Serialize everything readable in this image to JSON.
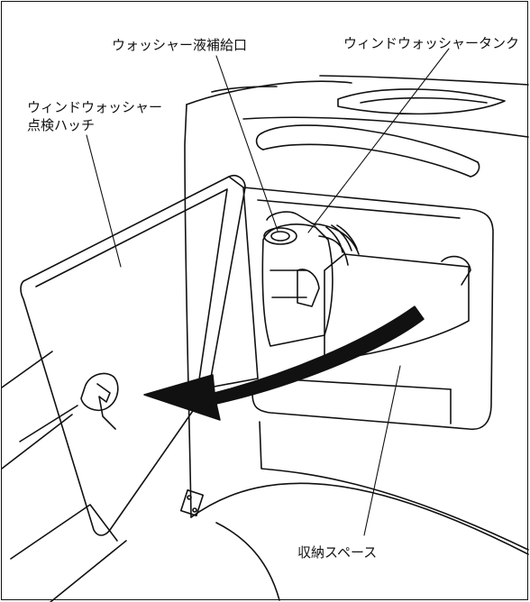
{
  "labels": {
    "washer_fill_port": "ウォッシャー液補給口",
    "window_washer_tank": "ウィンドウォッシャータンク",
    "inspection_hatch": {
      "line1": "ウィンドウォッシャー",
      "line2": "点検ハッチ"
    },
    "storage_space": "収納スペース"
  },
  "colors": {
    "ink": "#111111",
    "background": "#ffffff"
  },
  "icons": {
    "open_direction_arrow": "curved-arrow-left"
  }
}
